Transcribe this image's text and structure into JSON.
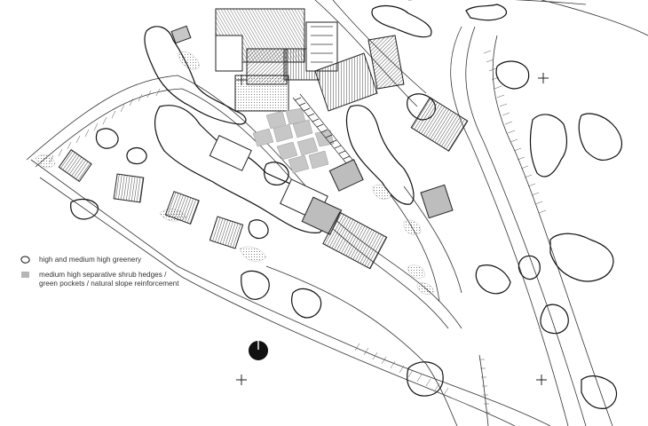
{
  "legend": {
    "items": [
      {
        "icon": "greenery-outline-icon",
        "line1": "high and medium high greenery",
        "line2": ""
      },
      {
        "icon": "shrub-hatch-icon",
        "line1": "medium high separative shrub hedges /",
        "line2": "green pockets / natural slope reinforcement"
      }
    ]
  },
  "north_arrow": {
    "icon": "north-arrow-icon"
  },
  "colors": {
    "line": "#1a1a1a",
    "fill_grey": "#bdbdbd",
    "fill_dark": "#8a8a8a",
    "shrub": "#b0b0b0"
  }
}
